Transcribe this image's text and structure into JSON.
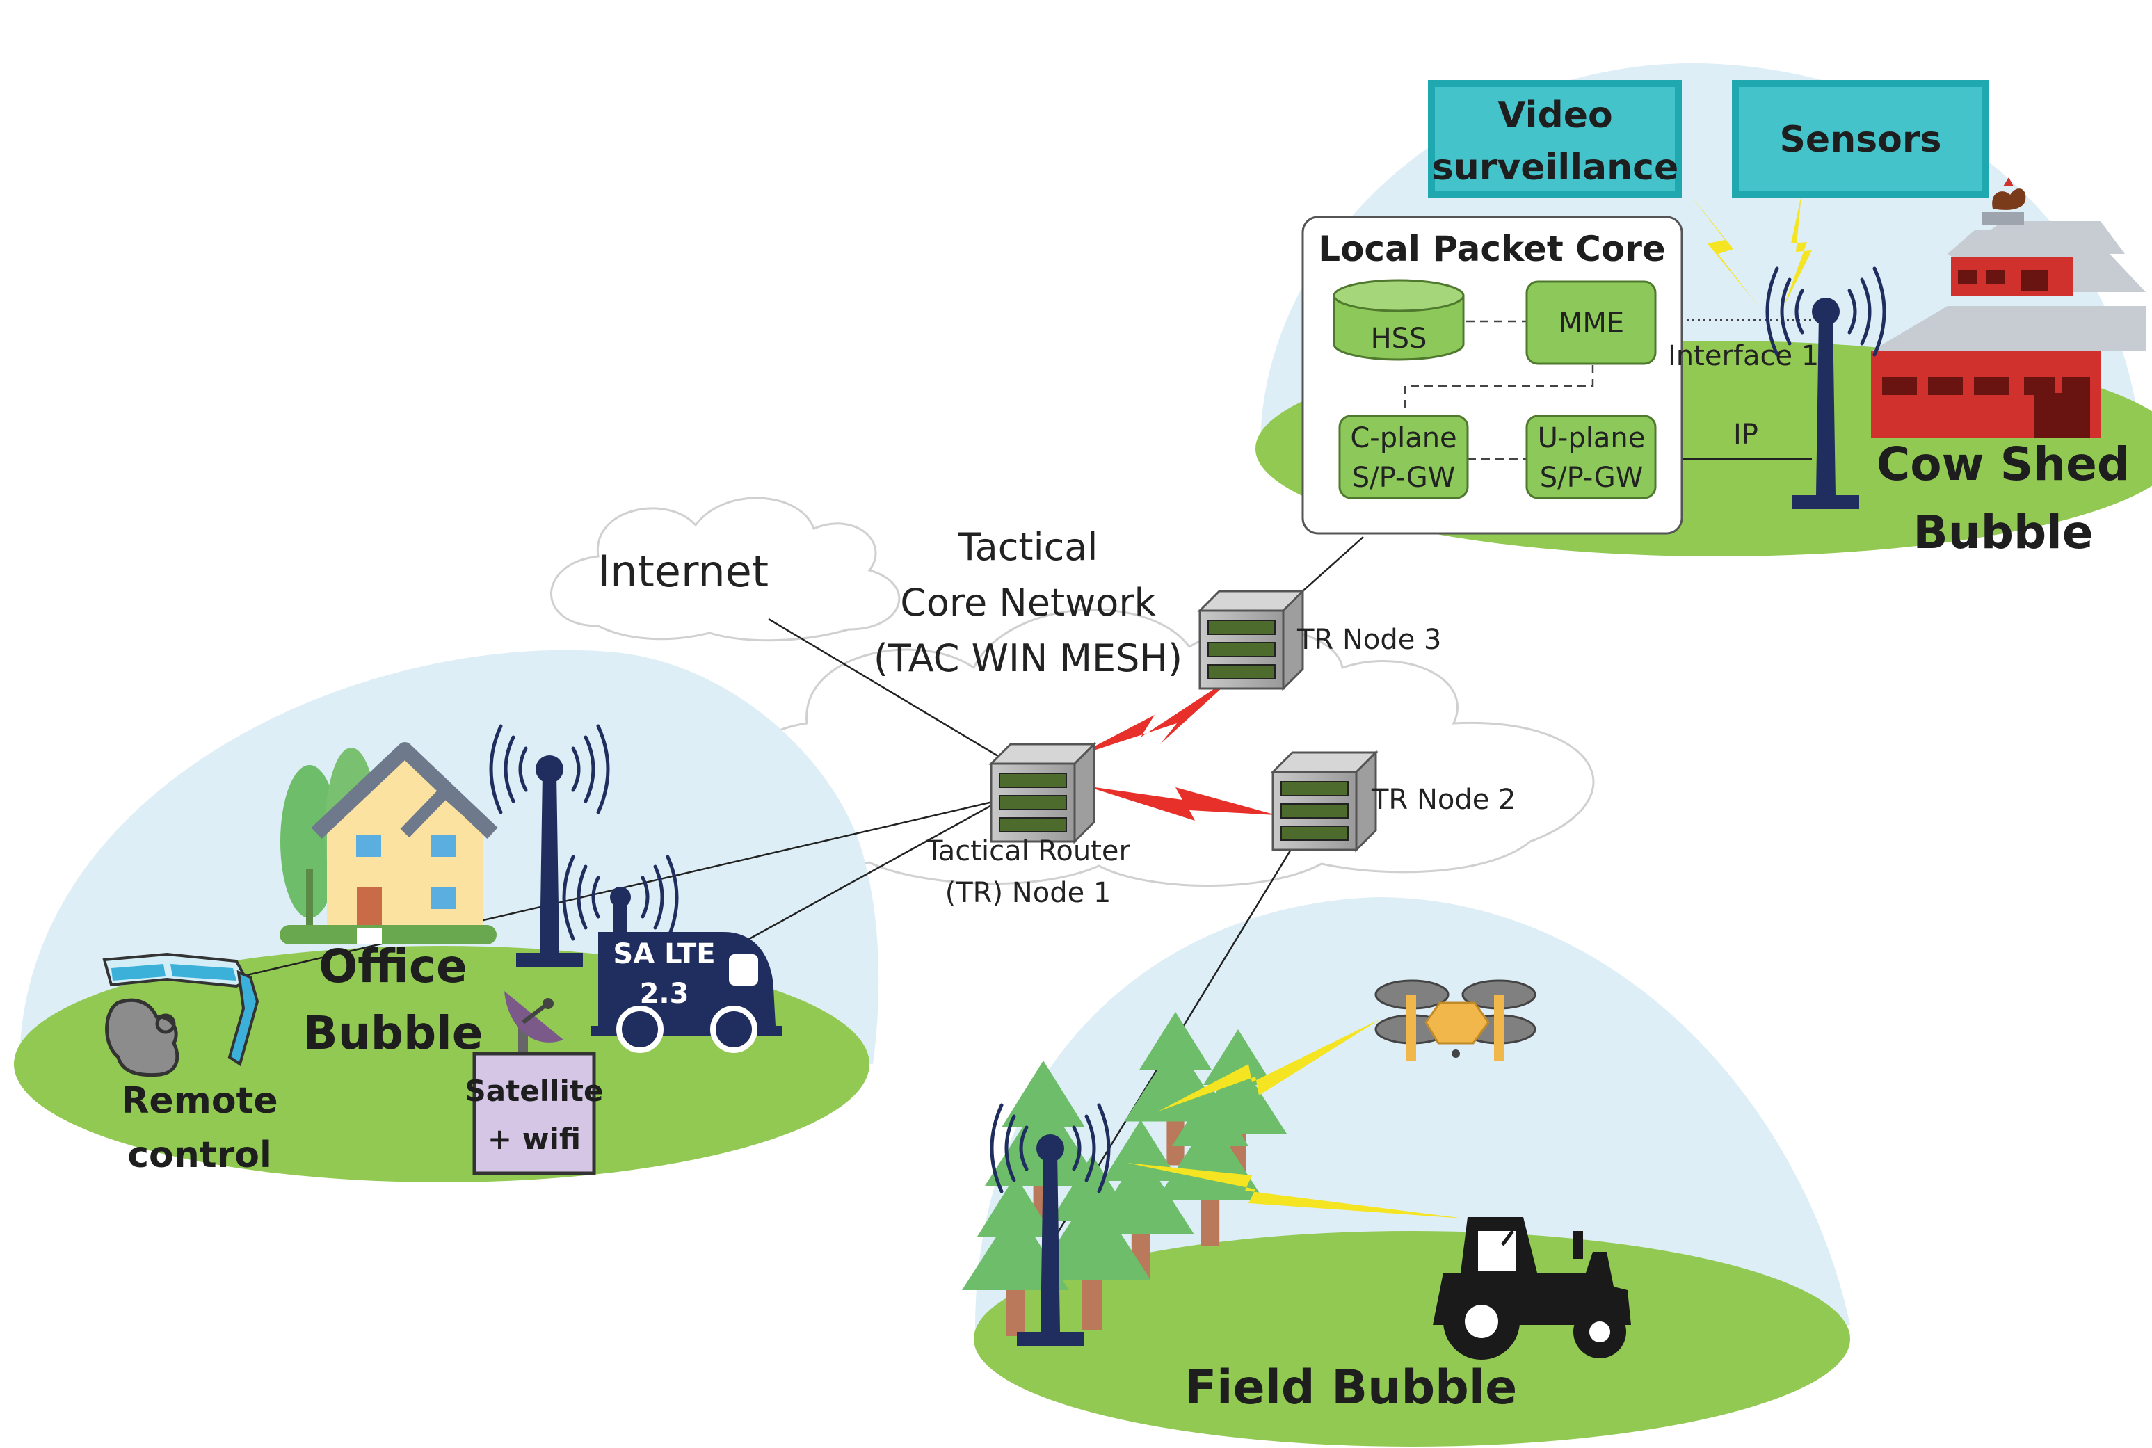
{
  "clouds": {
    "internet": "Internet",
    "tactical_line1": "Tactical",
    "tactical_line2": "Core Network",
    "tactical_line3": "(TAC WIN MESH)"
  },
  "routers": {
    "node1_line1": "Tactical Router",
    "node1_line2": "(TR) Node 1",
    "node2": "TR Node 2",
    "node3": "TR Node 3"
  },
  "core": {
    "title": "Local Packet Core",
    "hss": "HSS",
    "mme": "MME",
    "cplane_line1": "C-plane",
    "cplane_line2": "S/P-GW",
    "uplane_line1": "U-plane",
    "uplane_line2": "S/P-GW",
    "interface": "Interface 1",
    "ip": "IP"
  },
  "cowshed": {
    "video_line1": "Video",
    "video_line2": "surveillance",
    "sensors": "Sensors",
    "label_line1": "Cow Shed",
    "label_line2": "Bubble"
  },
  "office": {
    "label_line1": "Office",
    "label_line2": "Bubble",
    "remote_line1": "Remote",
    "remote_line2": "control",
    "truck_line1": "SA LTE",
    "truck_line2": "2.3",
    "sat_line1": "Satellite",
    "sat_line2": "+ wifi"
  },
  "field": {
    "label": "Field Bubble"
  },
  "colors": {
    "dome": "#ddeef7",
    "grass": "#92c953",
    "core_box": "#8dc95a",
    "teal_box": "#44c3cb",
    "navy": "#1f2e5e",
    "barn_red": "#d0312d",
    "link_red": "#e8302a",
    "bolt_yellow": "#f4e422"
  }
}
